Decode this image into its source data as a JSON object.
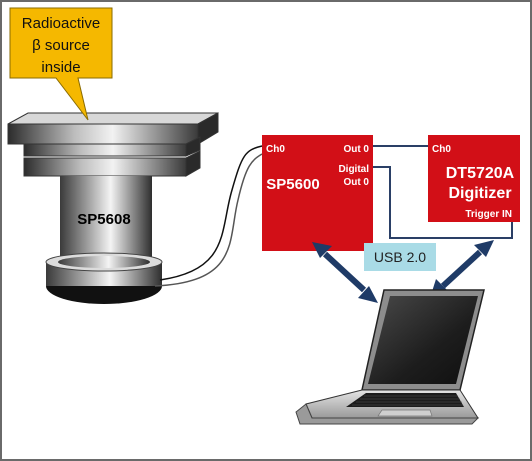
{
  "callout": {
    "lines": [
      "Radioactive",
      "β source",
      "inside"
    ],
    "color": "#f5b800"
  },
  "detector": {
    "label": "SP5608"
  },
  "amplifier": {
    "title": "SP5600",
    "ch0": "Ch0",
    "out0": "Out 0",
    "digital_line1": "Digital",
    "digital_line2": "Out 0",
    "color": "#d20f17"
  },
  "digitizer": {
    "ch0": "Ch0",
    "title_line1": "DT5720A",
    "title_line2": "Digitizer",
    "trigger": "Trigger IN",
    "color": "#d20f17"
  },
  "usb": {
    "label": "USB 2.0",
    "color": "#a9dbe6"
  },
  "colors": {
    "arrow": "#1f3b67",
    "cable": "#2a3f66",
    "border": "#6a6a6a"
  }
}
